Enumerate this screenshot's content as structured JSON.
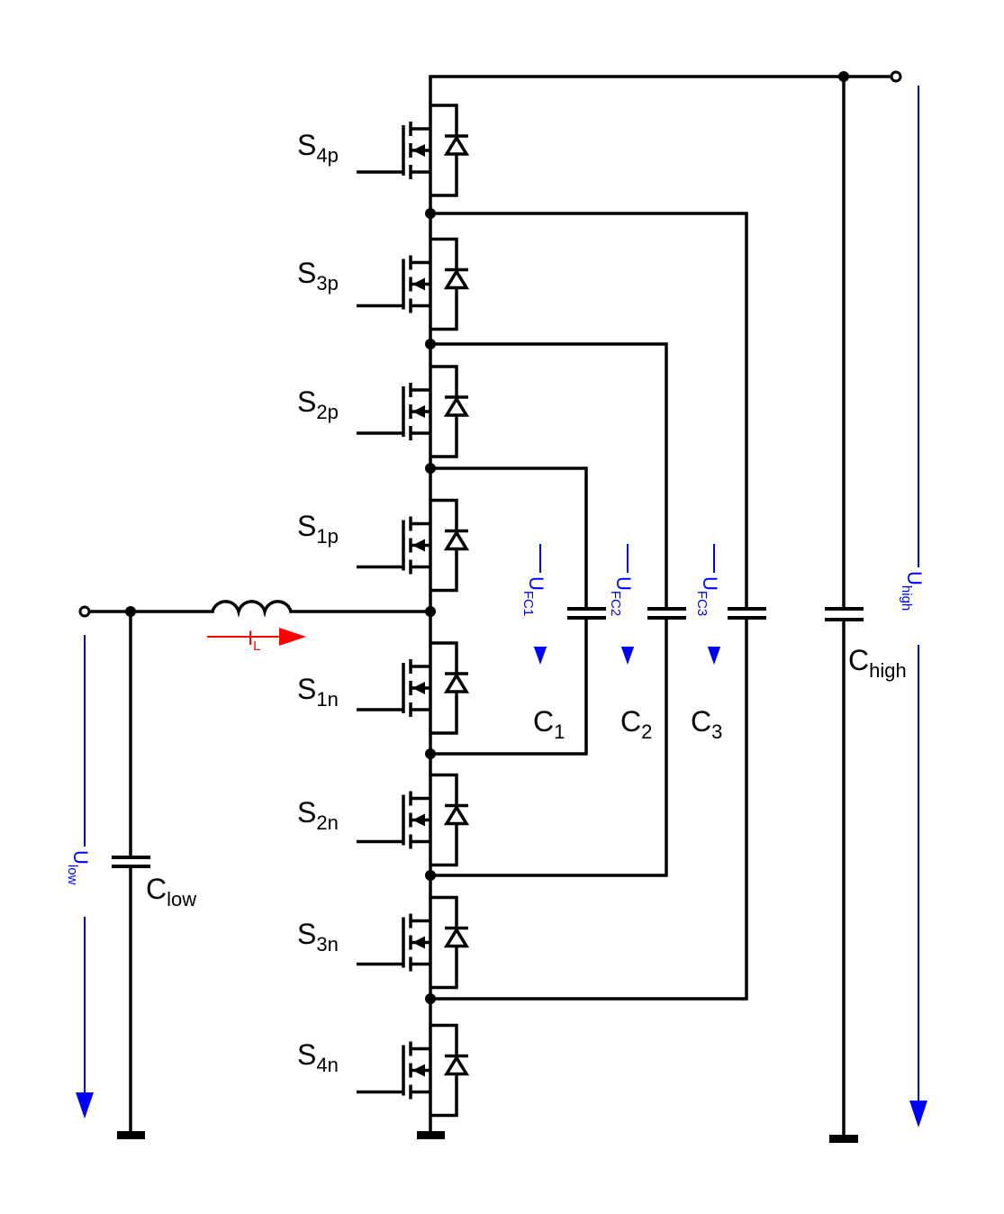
{
  "colors": {
    "wire": "#000000",
    "voltage": "#0000ff",
    "current": "#ff0000",
    "background": "#ffffff"
  },
  "switches": [
    {
      "base": "S",
      "sub": "4p"
    },
    {
      "base": "S",
      "sub": "3p"
    },
    {
      "base": "S",
      "sub": "2p"
    },
    {
      "base": "S",
      "sub": "1p"
    },
    {
      "base": "S",
      "sub": "1n"
    },
    {
      "base": "S",
      "sub": "2n"
    },
    {
      "base": "S",
      "sub": "3n"
    },
    {
      "base": "S",
      "sub": "4n"
    }
  ],
  "capacitors": {
    "c1": {
      "base": "C",
      "sub": "1"
    },
    "c2": {
      "base": "C",
      "sub": "2"
    },
    "c3": {
      "base": "C",
      "sub": "3"
    },
    "c_low": {
      "base": "C",
      "sub": "low"
    },
    "c_high": {
      "base": "C",
      "sub": "high"
    }
  },
  "voltages": {
    "u_fc1": {
      "base": "U",
      "sub": "FC1"
    },
    "u_fc2": {
      "base": "U",
      "sub": "FC2"
    },
    "u_fc3": {
      "base": "U",
      "sub": "FC3"
    },
    "u_low": {
      "base": "U",
      "sub": "low"
    },
    "u_high": {
      "base": "U",
      "sub": "high"
    }
  },
  "current": {
    "base": "I",
    "sub": "L"
  }
}
